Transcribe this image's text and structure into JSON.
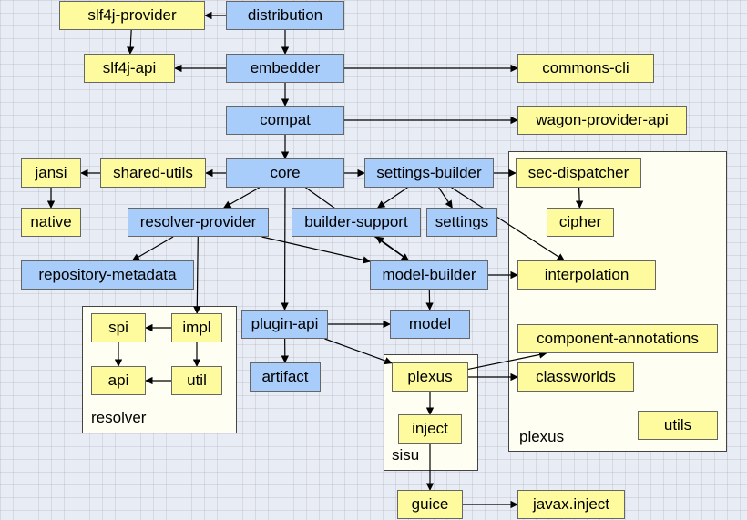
{
  "colors": {
    "blue_node": "#a8cdfa",
    "yellow_node": "#fdfb9e",
    "group_fill": "#fefef2",
    "edge": "#000000"
  },
  "groups": {
    "resolver": "resolver",
    "sisu": "sisu",
    "plexus": "plexus"
  },
  "nodes": {
    "slf4j_provider": "slf4j-provider",
    "distribution": "distribution",
    "slf4j_api": "slf4j-api",
    "embedder": "embedder",
    "commons_cli": "commons-cli",
    "compat": "compat",
    "wagon_provider_api": "wagon-provider-api",
    "jansi": "jansi",
    "shared_utils": "shared-utils",
    "core": "core",
    "settings_builder": "settings-builder",
    "sec_dispatcher": "sec-dispatcher",
    "native": "native",
    "resolver_provider": "resolver-provider",
    "builder_support": "builder-support",
    "settings": "settings",
    "cipher": "cipher",
    "repository_metadata": "repository-metadata",
    "model_builder": "model-builder",
    "interpolation": "interpolation",
    "spi": "spi",
    "impl": "impl",
    "api": "api",
    "util": "util",
    "plugin_api": "plugin-api",
    "model": "model",
    "component_annotations": "component-annotations",
    "artifact": "artifact",
    "plexus_node": "plexus",
    "classworlds": "classworlds",
    "inject": "inject",
    "utils": "utils",
    "guice": "guice",
    "javax_inject": "javax.inject"
  },
  "edges": [
    [
      "distribution",
      "slf4j_provider"
    ],
    [
      "distribution",
      "embedder"
    ],
    [
      "slf4j_provider",
      "slf4j_api"
    ],
    [
      "embedder",
      "slf4j_api"
    ],
    [
      "embedder",
      "commons_cli"
    ],
    [
      "embedder",
      "compat"
    ],
    [
      "compat",
      "wagon_provider_api"
    ],
    [
      "compat",
      "core"
    ],
    [
      "core",
      "shared_utils"
    ],
    [
      "shared_utils",
      "jansi"
    ],
    [
      "jansi",
      "native"
    ],
    [
      "core",
      "settings_builder"
    ],
    [
      "settings_builder",
      "sec_dispatcher"
    ],
    [
      "sec_dispatcher",
      "cipher"
    ],
    [
      "settings_builder",
      "builder_support"
    ],
    [
      "settings_builder",
      "settings"
    ],
    [
      "settings_builder",
      "interpolation"
    ],
    [
      "core",
      "resolver_provider"
    ],
    [
      "core",
      "plugin_api"
    ],
    [
      "core",
      "model_builder"
    ],
    [
      "resolver_provider",
      "repository_metadata"
    ],
    [
      "resolver_provider",
      "model_builder"
    ],
    [
      "resolver_provider",
      "impl"
    ],
    [
      "model_builder",
      "builder_support"
    ],
    [
      "model_builder",
      "interpolation"
    ],
    [
      "model_builder",
      "model"
    ],
    [
      "impl",
      "spi"
    ],
    [
      "impl",
      "util"
    ],
    [
      "spi",
      "api"
    ],
    [
      "util",
      "api"
    ],
    [
      "plugin_api",
      "model"
    ],
    [
      "plugin_api",
      "artifact"
    ],
    [
      "plugin_api",
      "plexus_node"
    ],
    [
      "plexus_node",
      "component_annotations"
    ],
    [
      "plexus_node",
      "classworlds"
    ],
    [
      "plexus_node",
      "inject"
    ],
    [
      "inject",
      "guice"
    ],
    [
      "guice",
      "javax_inject"
    ]
  ]
}
